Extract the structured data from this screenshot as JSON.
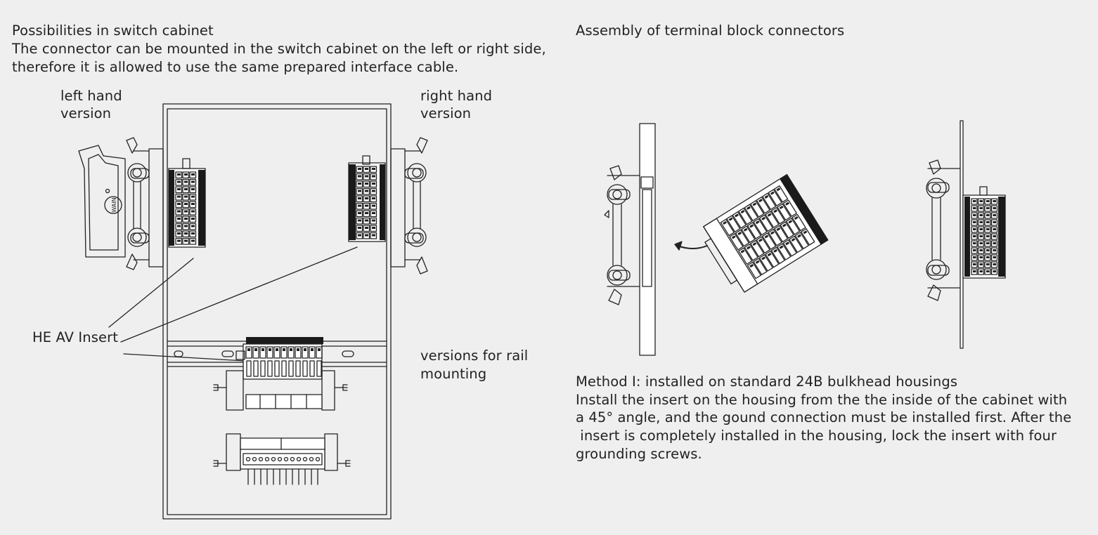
{
  "left_section": {
    "title": "Possibilities in switch cabinet",
    "description_line1": "The connector can be mounted in the switch cabinet on the left or right side,",
    "description_line2": "therefore it is allowed to use the same prepared interface cable.",
    "label_left_hand_1": "left hand",
    "label_left_hand_2": "version",
    "label_right_hand_1": "right hand",
    "label_right_hand_2": "version",
    "label_insert": "HE AV Insert",
    "label_rail_1": "versions for rail",
    "label_rail_2": "mounting",
    "hood_logo": "WAIN"
  },
  "right_section": {
    "title": "Assembly of terminal block connectors",
    "method_title": "Method I: installed on standard 24B bulkhead housings",
    "method_line1": "Install the insert on the housing from the the inside of the cabinet with",
    "method_line2": "a 45° angle, and the gound connection must be installed first. After the",
    "method_line3": " insert is completely installed in the housing, lock the insert with four",
    "method_line4": "grounding screws."
  },
  "colors": {
    "background": "#efefef",
    "line": "#222222",
    "dark_fill": "#1a1a1a"
  }
}
